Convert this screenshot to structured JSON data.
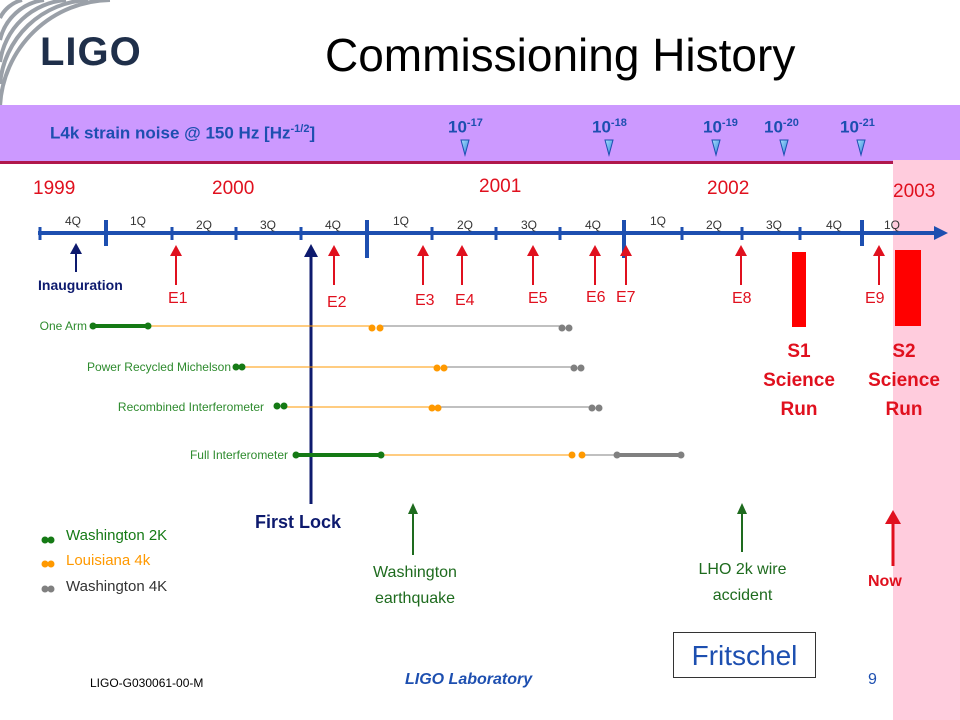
{
  "header": {
    "logo": "LIGO",
    "title": "Commissioning History"
  },
  "strain": {
    "label": "L4k strain noise @ 150 Hz  [Hz",
    "label_exp": "-1/2",
    "label_close": "]",
    "values": [
      {
        "base": "10",
        "exp": "-17"
      },
      {
        "base": "10",
        "exp": "-18"
      },
      {
        "base": "10",
        "exp": "-19"
      },
      {
        "base": "10",
        "exp": "-20"
      },
      {
        "base": "10",
        "exp": "-21"
      }
    ]
  },
  "timeline": {
    "years": [
      "1999",
      "2000",
      "2001",
      "2002",
      "2003"
    ],
    "quarters": [
      "4Q",
      "1Q",
      "2Q",
      "3Q",
      "4Q",
      "1Q",
      "2Q",
      "3Q",
      "4Q",
      "1Q",
      "2Q",
      "3Q",
      "4Q",
      "1Q"
    ],
    "events": [
      "E1",
      "E2",
      "E3",
      "E4",
      "E5",
      "E6",
      "E7",
      "E8",
      "E9"
    ],
    "inauguration": "Inauguration",
    "first_lock": "First Lock"
  },
  "traces": [
    {
      "label": "One Arm"
    },
    {
      "label": "Power Recycled Michelson"
    },
    {
      "label": "Recombined Interferometer"
    },
    {
      "label": "Full Interferometer"
    }
  ],
  "science_runs": [
    {
      "line1": "S1",
      "line2": "Science",
      "line3": "Run"
    },
    {
      "line1": "S2",
      "line2": "Science",
      "line3": "Run"
    }
  ],
  "notes": {
    "earthquake_1": "Washington",
    "earthquake_2": "earthquake",
    "lho_1": "LHO 2k wire",
    "lho_2": "accident",
    "now": "Now"
  },
  "legend": [
    {
      "label": "Washington 2K",
      "color": "#157a15"
    },
    {
      "label": "Louisiana 4k",
      "color": "#ff9900"
    },
    {
      "label": "Washington 4K",
      "color": "#808080"
    }
  ],
  "colors": {
    "wa2k": "#157a15",
    "la4k": "#ff9900",
    "wa4k": "#808080",
    "event": "#e0101e",
    "axis": "#1d4fb0"
  },
  "footer": {
    "author_box": "Fritschel",
    "doc_id": "LIGO-G030061-00-M",
    "lab": "LIGO Laboratory",
    "page": "9"
  }
}
